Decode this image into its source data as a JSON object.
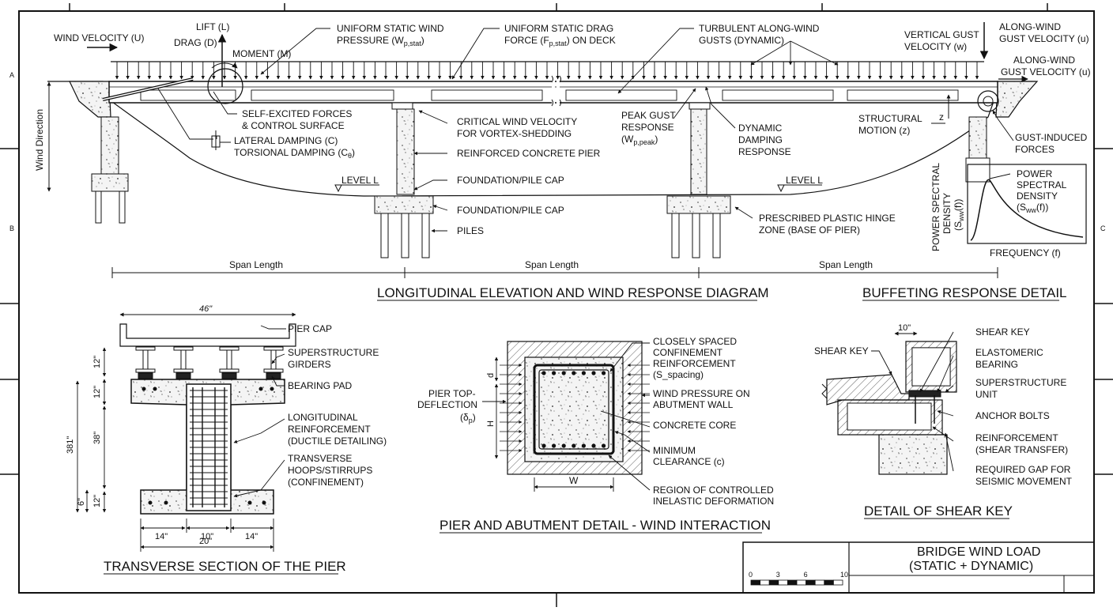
{
  "elevation": {
    "wind_velocity": "WIND VELOCITY (U)",
    "lift": "LIFT (L)",
    "drag": "DRAG (D)",
    "moment": "MOMENT (M)",
    "uniform_pressure": [
      "UNIFORM STATIC WIND",
      "PRESSURE (W",
      "p,stat",
      ")"
    ],
    "drag_force": [
      "UNIFORM STATIC DRAG",
      "FORCE (F",
      "p,stat",
      ") ON DECK"
    ],
    "gusts": [
      "TURBULENT ALONG-WIND",
      "GUSTS (DYNAMIC)"
    ],
    "vertical_gust": [
      "VERTICAL GUST",
      "VELOCITY (w)"
    ],
    "along_wind_top": [
      "ALONG-WIND",
      "GUST VELOCITY (u)"
    ],
    "along_wind_right": [
      "ALONG-WIND",
      "GUST VELOCITY (u)"
    ],
    "self_excited": [
      "SELF-EXCITED FORCES",
      "& CONTROL SURFACE"
    ],
    "lateral_damping": "LATERAL DAMPING (C)",
    "torsional_damping": [
      "TORSIONAL DAMPING (C",
      "θ",
      ")"
    ],
    "critical_velocity": [
      "CRITICAL WIND VELOCITY",
      "FOR VORTEX-SHEDDING"
    ],
    "rc_pier": "REINFORCED CONCRETE PIER",
    "pile_cap_1": "FOUNDATION/PILE CAP",
    "pile_cap_2": "FOUNDATION/PILE CAP",
    "piles": "PILES",
    "peak_gust": [
      "PEAK GUST",
      "RESPONSE",
      "(W",
      "p,peak",
      ")"
    ],
    "dynamic_damping": [
      "DYNAMIC",
      "DAMPING",
      "RESPONSE"
    ],
    "structural_motion": [
      "STRUCTURAL",
      "MOTION (z)"
    ],
    "z_label": "z",
    "gust_forces": [
      "GUST-INDUCED",
      "FORCES"
    ],
    "plastic_hinge": [
      "PRESCRIBED PLASTIC HINGE",
      "ZONE (BASE OF PIER)"
    ],
    "level_left": "LEVEL L",
    "level_right": "LEVEL L",
    "wind_direction": "Wind Direction",
    "span_1": "Span Length",
    "span_2": "Span Length",
    "span_3": "Span Length",
    "title": "LONGITUDINAL ELEVATION AND WIND RESPONSE DIAGRAM"
  },
  "buffeting": {
    "y_label": [
      "POWER SPECTRAL",
      "DENSITY",
      "(S",
      "ww",
      "(f))"
    ],
    "curve_label": [
      "POWER",
      "SPECTRAL",
      "DENSITY",
      "(S",
      "ww",
      "(f))"
    ],
    "x_label": "FREQUENCY (f)",
    "title": "BUFFETING RESPONSE DETAIL"
  },
  "pier_section": {
    "dim_top": "46\"",
    "dim_12_a": "12\"",
    "dim_12_b": "12\"",
    "dim_38": "38\"",
    "dim_381": "381\"",
    "dim_6": "6\"",
    "dim_12_c": "12\"",
    "dim_14_a": "14\"",
    "dim_10": "10\"",
    "dim_14_b": "14\"",
    "dim_20": "20\"",
    "pier_cap": "PIER CAP",
    "girders": [
      "SUPERSTRUCTURE",
      "GIRDERS"
    ],
    "bearing_pad": "BEARING PAD",
    "long_reinf": [
      "LONGITUDINAL",
      "REINFORCEMENT",
      "(DUCTILE DETAILING)"
    ],
    "transverse": [
      "TRANSVERSE",
      "HOOPS/STIRRUPS",
      "(CONFINEMENT)"
    ],
    "title": "TRANSVERSE SECTION OF THE PIER"
  },
  "abutment": {
    "confinement": [
      "CLOSELY SPACED",
      "CONFINEMENT",
      "REINFORCEMENT",
      "(S_spacing)"
    ],
    "wind_pressure": [
      "WIND PRESSURE ON",
      "ABUTMENT WALL"
    ],
    "core": "CONCRETE CORE",
    "clearance": [
      "MINIMUM",
      "CLEARANCE (c)"
    ],
    "inelastic": [
      "REGION OF CONTROLLED",
      "INELASTIC DEFORMATION"
    ],
    "deflection": [
      "PIER TOP-",
      "DEFLECTION",
      "(δ",
      "p",
      ")"
    ],
    "dim_d": "d",
    "dim_h": "H",
    "dim_w": "W",
    "title": "PIER AND ABUTMENT DETAIL - WIND INTERACTION"
  },
  "shear_key": {
    "dim_10": "10\"",
    "key_left": "SHEAR KEY",
    "key_right": "SHEAR KEY",
    "bearing": [
      "ELASTOMERIC",
      "BEARING"
    ],
    "superstructure": [
      "SUPERSTRUCTURE",
      "UNIT"
    ],
    "anchor": "ANCHOR BOLTS",
    "reinforcement": [
      "REINFORCEMENT",
      "(SHEAR TRANSFER)"
    ],
    "gap": [
      "REQUIRED GAP FOR",
      "SEISMIC MOVEMENT"
    ],
    "title": "DETAIL OF SHEAR KEY"
  },
  "title_block": {
    "title": [
      "BRIDGE WIND LOAD",
      "(STATIC + DYNAMIC)"
    ]
  },
  "scale_bar": {
    "ticks": [
      "0",
      "3",
      "6",
      "10"
    ]
  },
  "border": {
    "left_marks": [
      "A",
      "B"
    ],
    "right_marks": [
      "C"
    ]
  }
}
